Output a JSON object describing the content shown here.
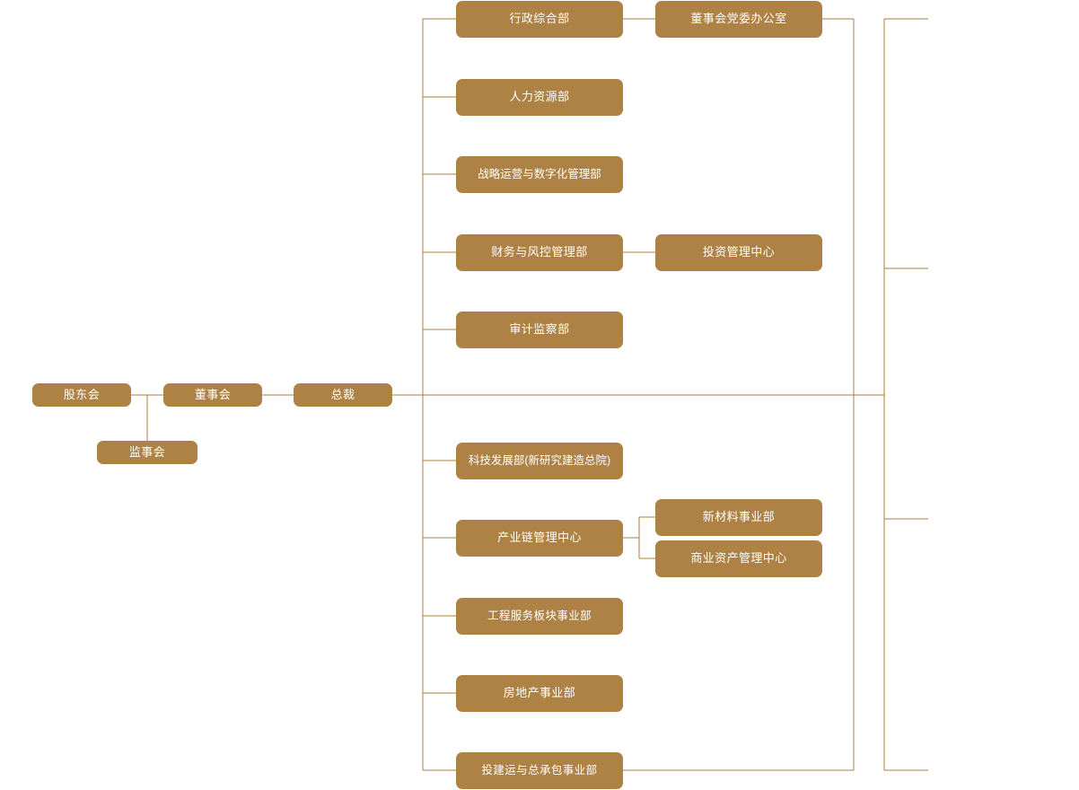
{
  "chart": {
    "type": "org-chart",
    "title": "",
    "orientation": "left-to-right",
    "palette": {
      "node_fill": "#ad8244",
      "node_text": "#ffffff",
      "edge_line": "#a8803f",
      "background": "#ffffff"
    }
  },
  "nodes": {
    "shareholders_meeting": "股东会",
    "board_of_directors": "董事会",
    "supervisory_board": "监事会",
    "president": "总裁",
    "admin_general_dept": "行政综合部",
    "board_party_office": "董事会党委办公室",
    "human_resources_dept": "人力资源部",
    "strategy_ops_digital_dept": "战略运营与数字化管理部",
    "finance_risk_dept": "财务与风控管理部",
    "investment_mgmt_center": "投资管理中心",
    "audit_supervision_dept": "审计监察部",
    "tech_development_dept": "科技发展部(新研究建造总院)",
    "industry_chain_center": "产业链管理中心",
    "new_materials_division": "新材料事业部",
    "commercial_asset_center": "商业资产管理中心",
    "engineering_services_division": "工程服务板块事业部",
    "real_estate_division": "房地产事业部",
    "invest_build_epc_division": "投建运与总承包事业部"
  }
}
